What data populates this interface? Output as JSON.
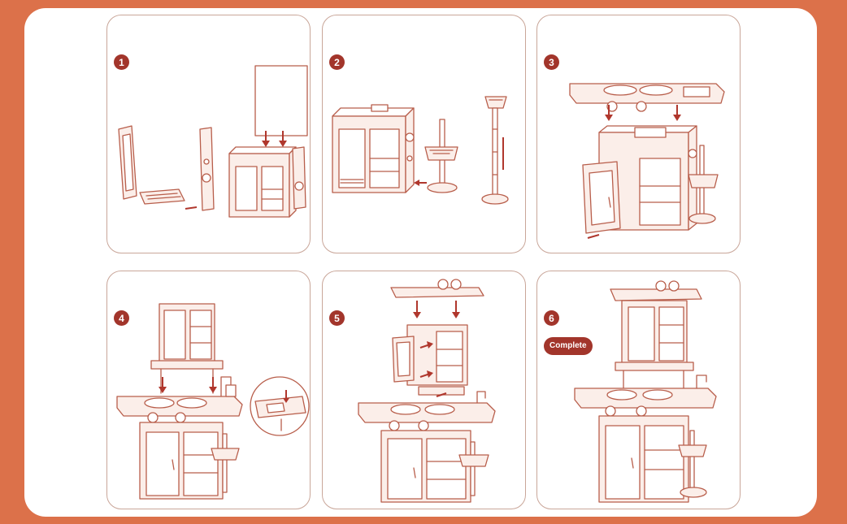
{
  "steps": [
    {
      "number": "1"
    },
    {
      "number": "2"
    },
    {
      "number": "3"
    },
    {
      "number": "4"
    },
    {
      "number": "5"
    },
    {
      "number": "6",
      "tag": "Complete"
    }
  ],
  "colors": {
    "background": "#DC714A",
    "badge": "#A2352B",
    "line_art": "#B85E4B"
  }
}
